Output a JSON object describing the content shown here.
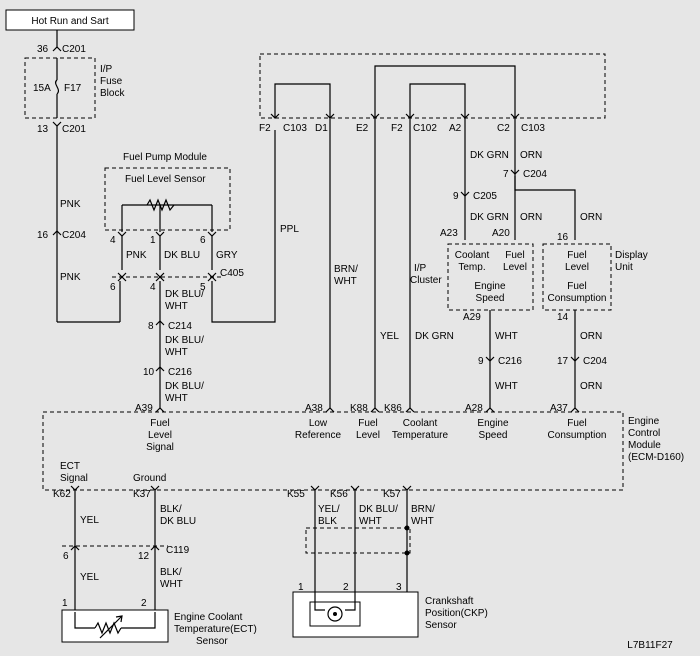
{
  "source_box": "Hot Run and Sart",
  "fuse": {
    "name": "F17",
    "amp": "15A",
    "block": [
      "I/P",
      "Fuse",
      "Block"
    ]
  },
  "connectors": {
    "c201": "C201",
    "c204": "C204",
    "c103": "C103",
    "c102": "C102",
    "c205": "C205",
    "c405": "C405",
    "c214": "C214",
    "c216": "C216",
    "c119": "C119"
  },
  "pins": {
    "p36": "36",
    "p13": "13",
    "p16": "16",
    "p4": "4",
    "p1": "1",
    "p6": "6",
    "p5": "5",
    "p8": "8",
    "p10": "10",
    "p9": "9",
    "p7": "7",
    "p14": "14",
    "p17": "17",
    "p12": "12",
    "p2": "2",
    "p3": "3",
    "f2": "F2",
    "d1": "D1",
    "e2": "E2",
    "a2": "A2",
    "c2": "C2",
    "a23": "A23",
    "a20": "A20",
    "a29": "A29",
    "a39": "A39",
    "a38": "A38",
    "k88": "K88",
    "k86": "K86",
    "a28": "A28",
    "a37": "A37",
    "k62": "K62",
    "k37": "K37",
    "k55": "K55",
    "k56": "K56",
    "k57": "K57"
  },
  "wires": {
    "pnk": "PNK",
    "dkblu": "DK BLU",
    "gry": "GRY",
    "ppl": "PPL",
    "dkblu_wht": [
      "DK BLU/",
      "WHT"
    ],
    "brn_wht": [
      "BRN/",
      "WHT"
    ],
    "yel": "YEL",
    "dkgrn": "DK GRN",
    "orn": "ORN",
    "wht": "WHT",
    "blk_dkblu": [
      "BLK/",
      "DK BLU"
    ],
    "blk_wht": [
      "BLK/",
      "WHT"
    ],
    "yel_blk": [
      "YEL/",
      "BLK"
    ]
  },
  "fuel_pump_module": "Fuel Pump Module",
  "fuel_level_sensor": "Fuel Level Sensor",
  "ip_cluster": [
    "I/P",
    "Cluster"
  ],
  "cluster_labels": {
    "coolant_temp": [
      "Coolant",
      "Temp."
    ],
    "fuel_level": [
      "Fuel",
      "Level"
    ],
    "engine_speed": [
      "Engine",
      "Speed"
    ]
  },
  "display_unit": {
    "title": [
      "Display",
      "Unit"
    ],
    "fuel_level": [
      "Fuel",
      "Level"
    ],
    "fuel_consumption": [
      "Fuel",
      "Consumption"
    ]
  },
  "ecm": {
    "title": [
      "Engine",
      "Control",
      "Module",
      "(ECM-D160)"
    ],
    "fuel_level_signal": [
      "Fuel",
      "Level",
      "Signal"
    ],
    "low_reference": [
      "Low",
      "Reference"
    ],
    "fuel_level": [
      "Fuel",
      "Level"
    ],
    "coolant_temperature": [
      "Coolant",
      "Temperature"
    ],
    "engine_speed": [
      "Engine",
      "Speed"
    ],
    "fuel_consumption": [
      "Fuel",
      "Consumption"
    ],
    "ect_signal": [
      "ECT",
      "Signal"
    ],
    "ground": "Ground"
  },
  "ect_sensor": [
    "Engine Coolant",
    "Temperature(ECT)",
    "Sensor"
  ],
  "ckp_sensor": [
    "Crankshaft",
    "Position(CKP)",
    "Sensor"
  ],
  "figure_code": "L7B11F27"
}
